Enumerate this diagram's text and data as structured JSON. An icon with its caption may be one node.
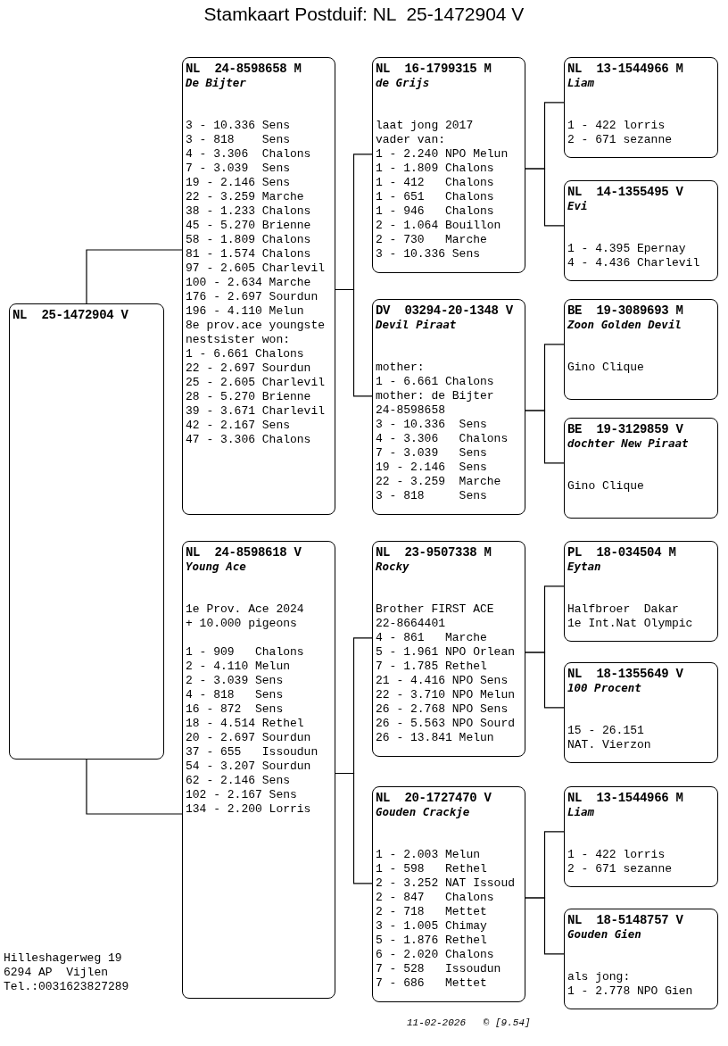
{
  "diagram": {
    "title": "Stamkaart Postduif: NL  25-1472904 V",
    "nodes": [
      {
        "text": [
          "NL  25-1472904 V"
        ]
      },
      {
        "text": [
          "NL  24-8598658 M",
          "De Bijter",
          "3 - 10.336 Sens",
          "3 - 818    Sens",
          "4 - 3.306  Chalons",
          "7 - 3.039  Sens",
          "19 - 2.146 Sens",
          "22 - 3.259 Marche",
          "38 - 1.233 Chalons",
          "45 - 5.270 Brienne",
          "58 - 1.809 Chalons",
          "81 - 1.574 Chalons",
          "97 - 2.605 Charlevil",
          "100 - 2.634 Marche",
          "176 - 2.697 Sourdun",
          "196 - 4.110 Melun",
          "8e prov.ace youngste",
          "nestsister won:",
          "1 - 6.661 Chalons",
          "22 - 2.697 Sourdun",
          "25 - 2.605 Charlevil",
          "28 - 5.270 Brienne",
          "39 - 3.671 Charlevil",
          "42 - 2.167 Sens",
          "47 - 3.306 Chalons"
        ]
      },
      {
        "text": [
          "NL  16-1799315 M",
          "de Grijs",
          "laat jong 2017",
          "vader van:",
          "1 - 2.240 NPO Melun",
          "1 - 1.809 Chalons",
          "1 - 412   Chalons",
          "1 - 651   Chalons",
          "1 - 946   Chalons",
          "2 - 1.064 Bouillon",
          "2 - 730   Marche",
          "3 - 10.336 Sens"
        ]
      },
      {
        "text": [
          "NL  13-1544966 M",
          "Liam",
          "1 - 422 lorris",
          "2 - 671 sezanne"
        ]
      },
      {
        "text": [
          "NL  14-1355495 V",
          "Evi",
          "1 - 4.395 Epernay",
          "4 - 4.436 Charlevil"
        ]
      },
      {
        "text": [
          "DV  03294-20-1348 V",
          "Devil Piraat",
          "mother:",
          "1 - 6.661 Chalons",
          "mother: de Bijter",
          "24-8598658",
          "3 - 10.336  Sens",
          "4 - 3.306   Chalons",
          "7 - 3.039   Sens",
          "19 - 2.146  Sens",
          "22 - 3.259  Marche",
          "3 - 818     Sens"
        ]
      },
      {
        "text": [
          "BE  19-3089693 M",
          "Zoon Golden Devil",
          "Gino Clique"
        ]
      },
      {
        "text": [
          "BE  19-3129859 V",
          "dochter New Piraat",
          "Gino Clique"
        ]
      },
      {
        "text": [
          "NL  24-8598618 V",
          "Young Ace",
          "1e Prov. Ace 2024",
          "+ 10.000 pigeons",
          "1 - 909   Chalons",
          "2 - 4.110 Melun",
          "2 - 3.039 Sens",
          "4 - 818   Sens",
          "16 - 872  Sens",
          "18 - 4.514 Rethel",
          "20 - 2.697 Sourdun",
          "37 - 655   Issoudun",
          "54 - 3.207 Sourdun",
          "62 - 2.146 Sens",
          "102 - 2.167 Sens",
          "134 - 2.200 Lorris"
        ]
      },
      {
        "text": [
          "NL  23-9507338 M",
          "Rocky",
          "Brother FIRST ACE",
          "22-8664401",
          "4 - 861   Marche",
          "5 - 1.961 NPO Orlean",
          "7 - 1.785 Rethel",
          "21 - 4.416 NPO Sens",
          "22 - 3.710 NPO Melun",
          "26 - 2.768 NPO Sens",
          "26 - 5.563 NPO Sourd",
          "26 - 13.841 Melun"
        ]
      },
      {
        "text": [
          "PL  18-034504 M",
          "Eytan",
          "Halfbroer  Dakar",
          "1e Int.Nat Olympic"
        ]
      },
      {
        "text": [
          "NL  18-1355649 V",
          "100 Procent",
          "15 - 26.151",
          "NAT. Vierzon"
        ]
      },
      {
        "text": [
          "NL  20-1727470 V",
          "Gouden Crackje",
          "1 - 2.003 Melun",
          "1 - 598   Rethel",
          "2 - 3.252 NAT Issoud",
          "2 - 847   Chalons",
          "2 - 718   Mettet",
          "3 - 1.005 Chimay",
          "5 - 1.876 Rethel",
          "6 - 2.020 Chalons",
          "7 - 528   Issoudun",
          "7 - 686   Mettet"
        ]
      },
      {
        "text": [
          "NL  13-1544966 M",
          "Liam",
          "1 - 422 lorris",
          "2 - 671 sezanne"
        ]
      },
      {
        "text": [
          "NL  18-5148757 V",
          "Gouden Gien",
          "als jong:",
          "1 - 2.778 NPO Gien"
        ]
      }
    ],
    "edges": [
      {
        "from": 0,
        "to": 1,
        "arrow": "none"
      },
      {
        "from": 0,
        "to": 8,
        "arrow": "none"
      },
      {
        "from": 1,
        "to": 2,
        "arrow": "none"
      },
      {
        "from": 1,
        "to": 5,
        "arrow": "none"
      },
      {
        "from": 2,
        "to": 3,
        "arrow": "none"
      },
      {
        "from": 2,
        "to": 4,
        "arrow": "none"
      },
      {
        "from": 5,
        "to": 6,
        "arrow": "none"
      },
      {
        "from": 5,
        "to": 7,
        "arrow": "none"
      },
      {
        "from": 8,
        "to": 9,
        "arrow": "none"
      },
      {
        "from": 8,
        "to": 12,
        "arrow": "none"
      },
      {
        "from": 9,
        "to": 10,
        "arrow": "none"
      },
      {
        "from": 9,
        "to": 11,
        "arrow": "none"
      },
      {
        "from": 12,
        "to": 13,
        "arrow": "none"
      },
      {
        "from": 12,
        "to": 14,
        "arrow": "none"
      }
    ],
    "labels": [
      "Hilleshagerweg 19",
      "6294 AP  Vijlen",
      "Tel.:0031623827289",
      "11-02-2026   © [9.54]"
    ]
  }
}
